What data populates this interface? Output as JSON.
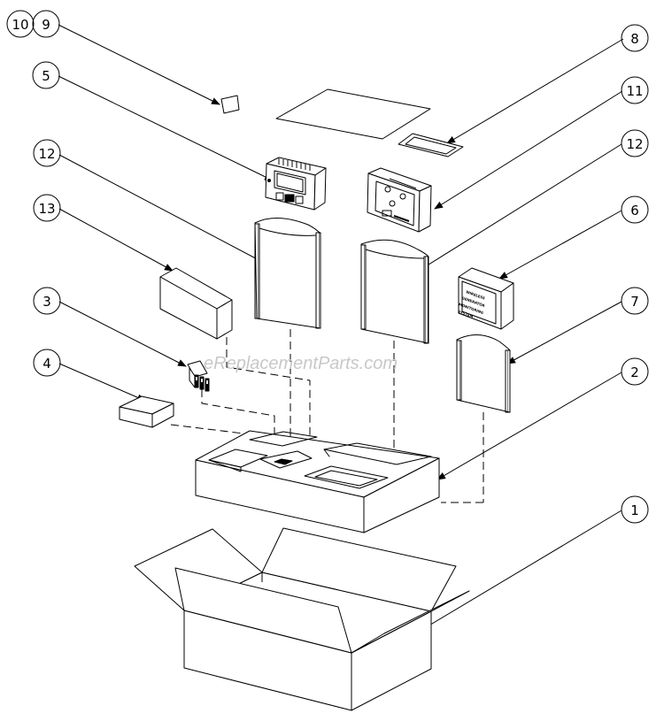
{
  "callouts": [
    {
      "id": "c10",
      "label": "10"
    },
    {
      "id": "c9",
      "label": "9"
    },
    {
      "id": "c5",
      "label": "5"
    },
    {
      "id": "c12a",
      "label": "12"
    },
    {
      "id": "c13",
      "label": "13"
    },
    {
      "id": "c3",
      "label": "3"
    },
    {
      "id": "c4",
      "label": "4"
    },
    {
      "id": "c8",
      "label": "8"
    },
    {
      "id": "c11",
      "label": "11"
    },
    {
      "id": "c12b",
      "label": "12"
    },
    {
      "id": "c6",
      "label": "6"
    },
    {
      "id": "c7",
      "label": "7"
    },
    {
      "id": "c2",
      "label": "2"
    },
    {
      "id": "c1",
      "label": "1"
    }
  ],
  "watermark": "eReplacementParts.com",
  "monitor_label": [
    "WIRELESS",
    "GENERATOR",
    "MONITORING",
    "SYSTEM"
  ]
}
